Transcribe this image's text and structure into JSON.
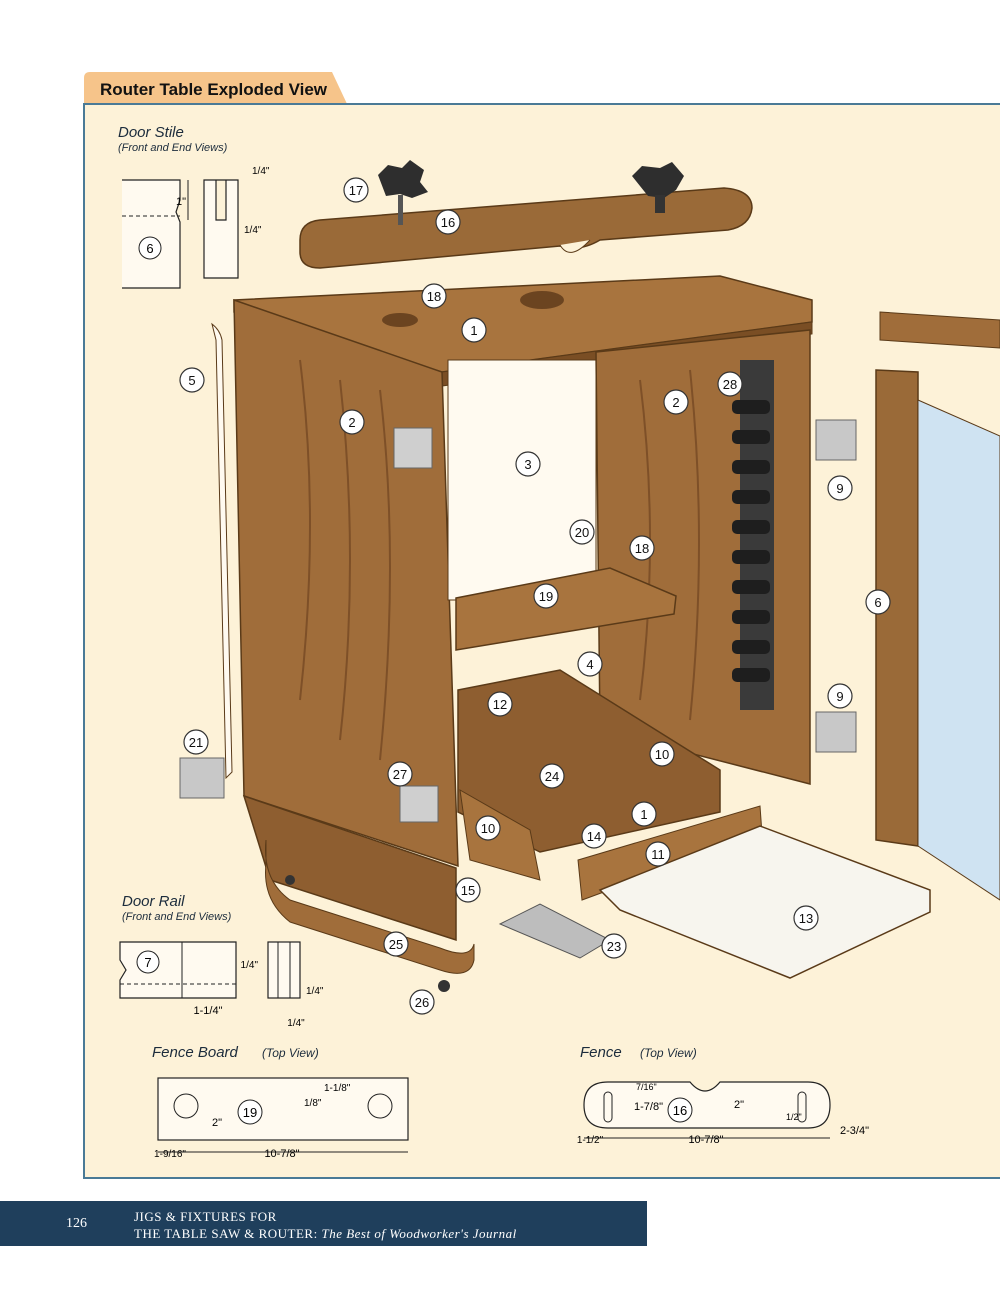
{
  "header": {
    "title": "Router Table Exploded View"
  },
  "callouts": [
    "1",
    "2",
    "3",
    "4",
    "5",
    "6",
    "7",
    "9",
    "10",
    "11",
    "12",
    "13",
    "14",
    "15",
    "16",
    "17",
    "18",
    "19",
    "20",
    "21",
    "23",
    "24",
    "25",
    "26",
    "27",
    "28"
  ],
  "detail_views": {
    "door_stile": {
      "title": "Door Stile",
      "subtitle": "(Front and End Views)",
      "part": "6",
      "dim_a": "1\"",
      "dim_b": "1/4\"",
      "dim_c": "1/4\""
    },
    "door_rail": {
      "title": "Door Rail",
      "subtitle": "(Front and End Views)",
      "part": "7",
      "dim_a": "1-1/4\"",
      "dim_b": "1/4\"",
      "dim_c": "1/4\"",
      "dim_d": "1/4\""
    },
    "fence_board": {
      "title": "Fence Board",
      "view": "(Top View)",
      "part": "19",
      "dim_top": "1-1/8\"",
      "dim_top2": "1/8\"",
      "dim_h": "2\"",
      "dim_left": "1-9/16\"",
      "dim_len": "10-7/8\""
    },
    "fence": {
      "title": "Fence",
      "view": "(Top View)",
      "part": "16",
      "dim_a": "7/16\"",
      "dim_b": "1-7/8\"",
      "dim_c": "2\"",
      "dim_d": "1/2\"",
      "dim_e": "2-3/4\"",
      "dim_left": "1-1/2\"",
      "dim_len": "10-7/8\""
    }
  },
  "footer": {
    "page_number": "126",
    "line1": "JIGS & FIXTURES FOR",
    "line2_prefix": "THE TABLE SAW & ROUTER:",
    "line2_italic": "The Best of Woodworker's Journal"
  },
  "colors": {
    "panel": "#fdf2d8",
    "tab": "#f6c48a",
    "footer": "#1f3f5c",
    "wood": "#9a6a38",
    "wood_dark": "#6b4420",
    "border": "#4a7a96"
  }
}
